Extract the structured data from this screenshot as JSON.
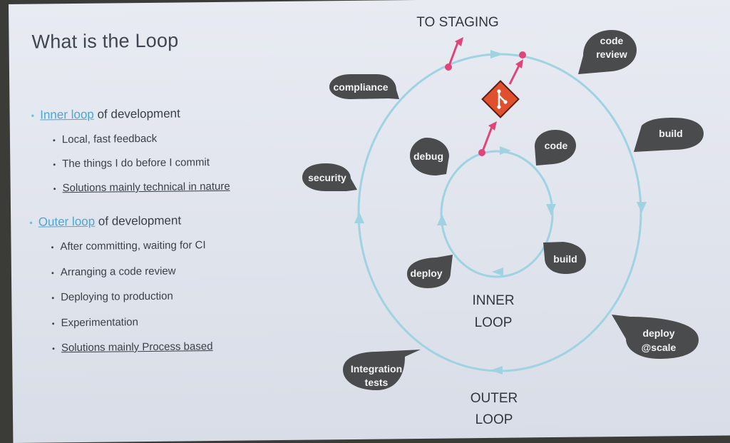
{
  "title": "What is the Loop",
  "inner": {
    "link": "Inner loop",
    "rest": " of development",
    "items": [
      "Local, fast feedback",
      "The things I do before I commit",
      "Solutions mainly technical in nature"
    ]
  },
  "outer": {
    "link": "Outer loop",
    "rest": " of development",
    "items": [
      "After committing, waiting for CI",
      "Arranging a code review",
      "Deploying to production",
      "Experimentation",
      "Solutions mainly Process based"
    ]
  },
  "diagram": {
    "to_staging": "TO STAGING",
    "inner_loop": [
      "INNER",
      "LOOP"
    ],
    "outer_loop": [
      "OUTER",
      "LOOP"
    ],
    "inner_bubbles": [
      "debug",
      "code",
      "build",
      "deploy"
    ],
    "outer_bubbles": [
      "compliance",
      "code review",
      "build",
      "security",
      "deploy @scale",
      "Integration tests"
    ]
  },
  "colors": {
    "loop": "#9fd3e2",
    "bubble": "#4a4b4d",
    "accent": "#e0457a",
    "git": "#e0502e"
  }
}
